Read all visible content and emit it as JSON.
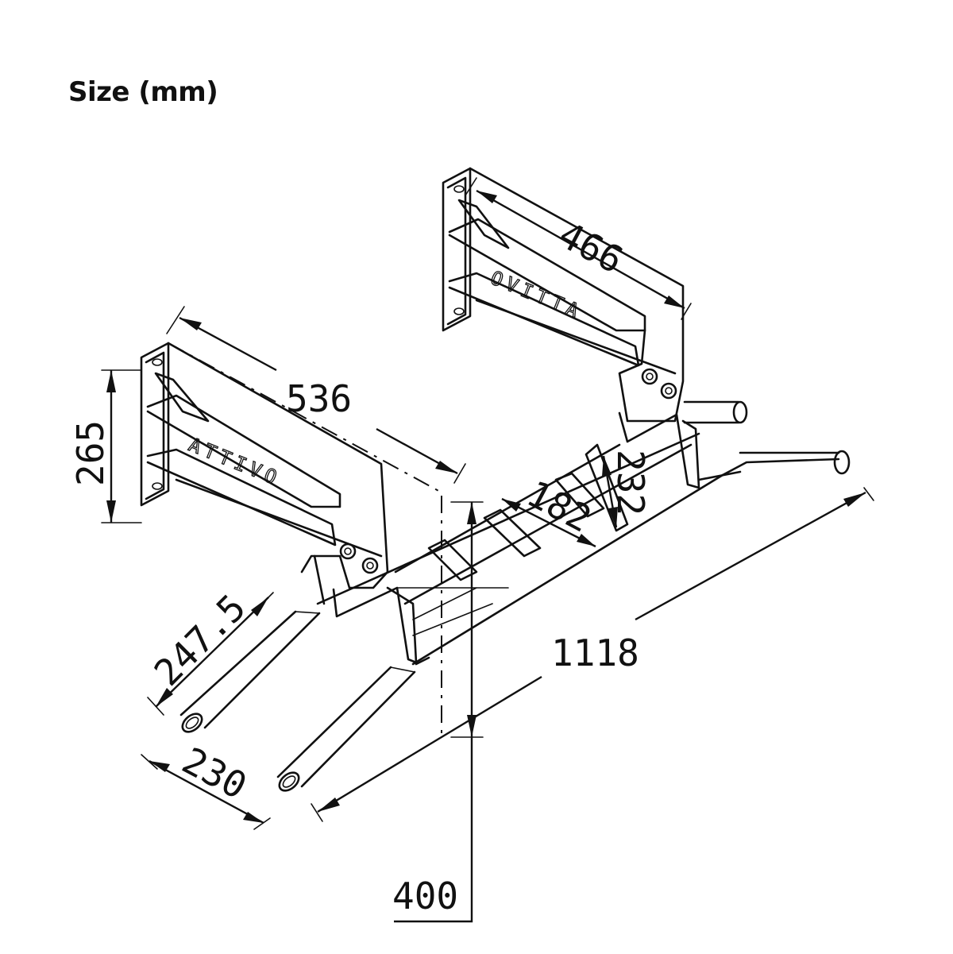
{
  "title": "Size (mm)",
  "brand": {
    "front_plate": "ATTIVO",
    "back_plate": "OVITTA"
  },
  "dimensions": {
    "back_arm_length": "466",
    "front_arm_length": "536",
    "plate_height": "265",
    "inner_height": "232",
    "inner_width": "182",
    "handle_length": "247.5",
    "handle_spacing": "230",
    "total_length": "1118",
    "drop_height": "400"
  }
}
